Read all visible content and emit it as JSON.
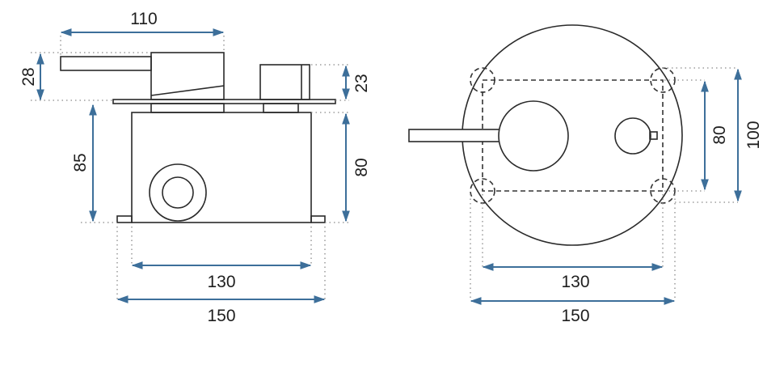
{
  "side_view": {
    "dimensions": {
      "lever_length": "110",
      "lever_height": "28",
      "knob_height": "23",
      "total_depth": "85",
      "box_depth": "80",
      "box_width": "130",
      "flange_width": "150"
    }
  },
  "front_view": {
    "dimensions": {
      "inner_height": "80",
      "outer_height": "100",
      "box_width": "130",
      "flange_width": "150"
    }
  },
  "colors": {
    "dimension_line": "#3d6f9a",
    "outline": "#2a2a2a"
  }
}
